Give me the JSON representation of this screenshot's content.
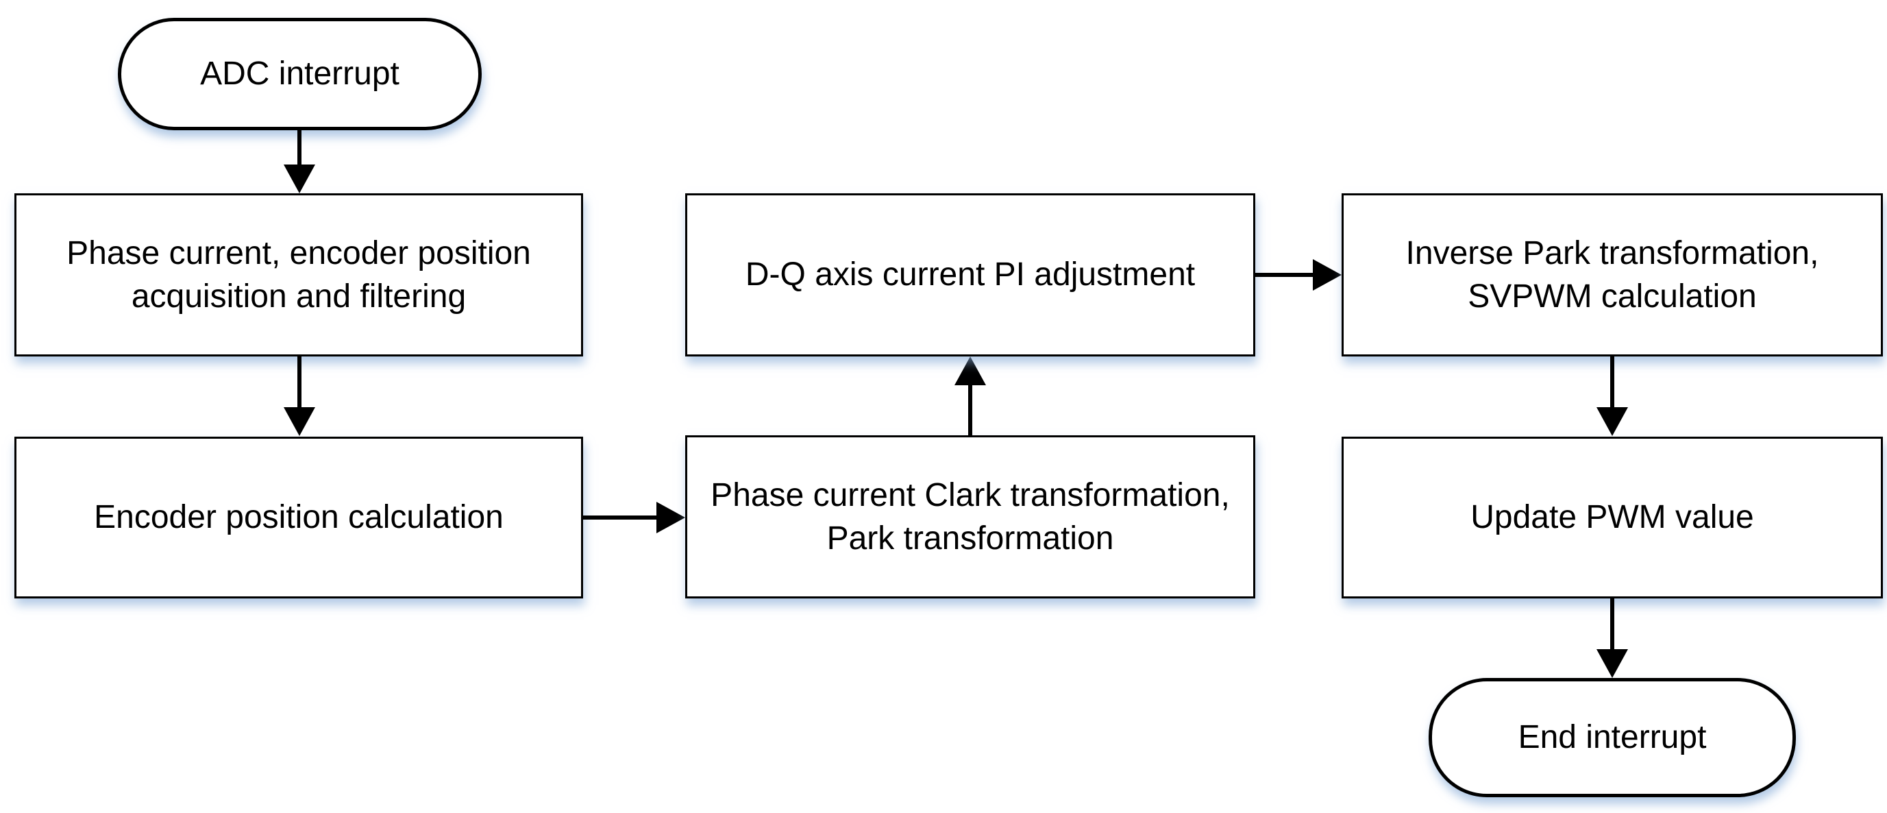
{
  "diagram": {
    "type": "flowchart",
    "colors": {
      "stroke": "#000000",
      "node_fill": "#ffffff",
      "text": "#000000",
      "shadow": "#c9ddf1"
    },
    "nodes": {
      "adc": {
        "type": "terminator",
        "label": "ADC interrupt",
        "lines": [
          "ADC interrupt"
        ]
      },
      "acquisition": {
        "type": "process",
        "label": "Phase current, encoder position acquisition and filtering",
        "lines": [
          "Phase current, encoder position",
          "acquisition and filtering"
        ]
      },
      "encoder_calc": {
        "type": "process",
        "label": "Encoder position calculation",
        "lines": [
          "Encoder position calculation"
        ]
      },
      "clark_park": {
        "type": "process",
        "label": "Phase current Clark transformation, Park transformation",
        "lines": [
          "Phase current Clark transformation,",
          "Park transformation"
        ]
      },
      "dq_pi": {
        "type": "process",
        "label": "D-Q axis current PI adjustment",
        "lines": [
          "D-Q axis current PI adjustment"
        ]
      },
      "inverse_park": {
        "type": "process",
        "label": "Inverse Park transformation, SVPWM calculation",
        "lines": [
          "Inverse Park transformation,",
          "SVPWM calculation"
        ]
      },
      "update_pwm": {
        "type": "process",
        "label": "Update PWM value",
        "lines": [
          "Update PWM value"
        ]
      },
      "end": {
        "type": "terminator",
        "label": "End interrupt",
        "lines": [
          "End interrupt"
        ]
      }
    },
    "edges": [
      {
        "from": "adc",
        "to": "acquisition",
        "direction": "down"
      },
      {
        "from": "acquisition",
        "to": "encoder_calc",
        "direction": "down"
      },
      {
        "from": "encoder_calc",
        "to": "clark_park",
        "direction": "right"
      },
      {
        "from": "clark_park",
        "to": "dq_pi",
        "direction": "up"
      },
      {
        "from": "dq_pi",
        "to": "inverse_park",
        "direction": "right"
      },
      {
        "from": "inverse_park",
        "to": "update_pwm",
        "direction": "down"
      },
      {
        "from": "update_pwm",
        "to": "end",
        "direction": "down"
      }
    ]
  }
}
